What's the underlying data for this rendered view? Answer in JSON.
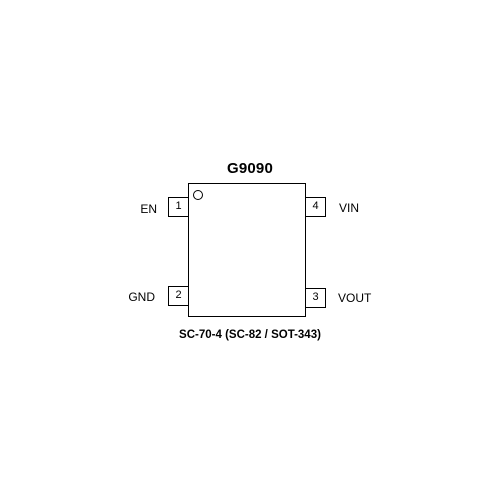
{
  "title": "G9090",
  "package": "SC-70-4 (SC-82 / SOT-343)",
  "pins": {
    "en": {
      "number": "1",
      "label": "EN"
    },
    "gnd": {
      "number": "2",
      "label": "GND"
    },
    "vout": {
      "number": "3",
      "label": "VOUT"
    },
    "vin": {
      "number": "4",
      "label": "VIN"
    }
  }
}
